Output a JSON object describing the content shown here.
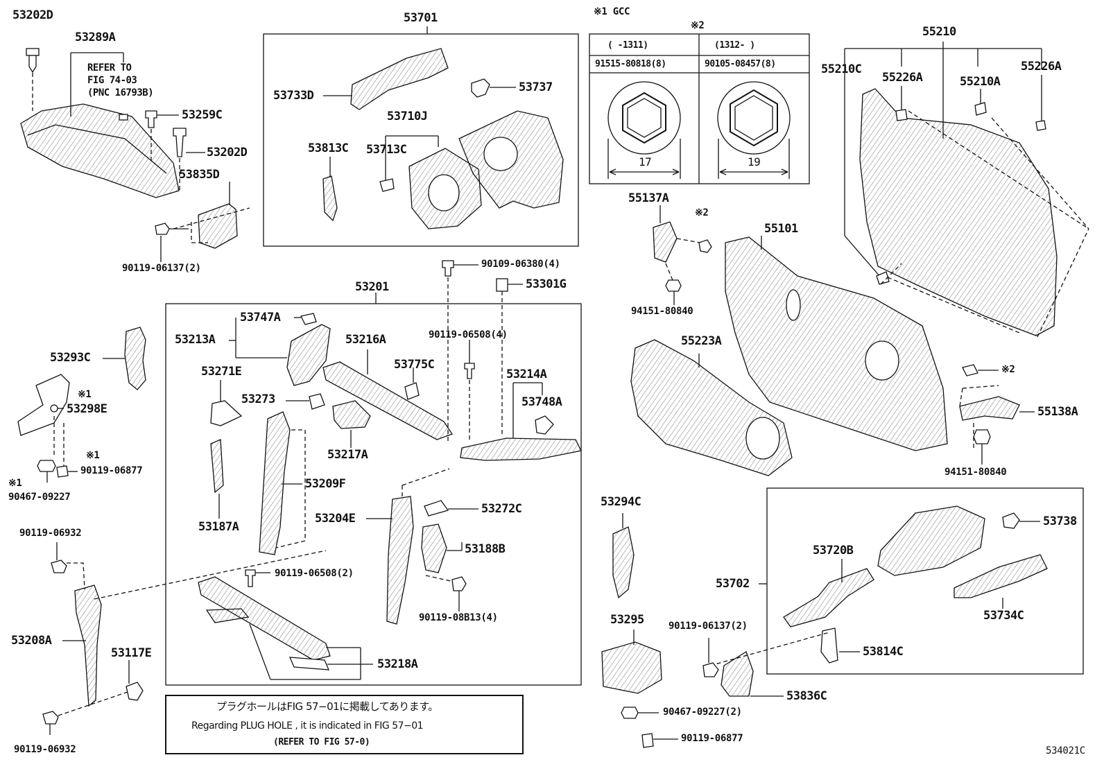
{
  "figure_id": "534021C",
  "legend": {
    "mark1": "※1 GCC",
    "mark2_header": "※2",
    "col1_range": "(    -1311)",
    "col2_range": "(1312-     )",
    "col1_part": "91515-80818(8)",
    "col2_part": "90105-08457(8)",
    "col1_size": "17",
    "col2_size": "19"
  },
  "refer_note": {
    "line1": "REFER TO",
    "line2": "FIG 74-03",
    "line3": "(PNC 16793B)"
  },
  "plug_note": {
    "jp": "プラグホールはFIG 57−01に掲載してあります。",
    "en": "Regarding  PLUG  HOLE , it is indicated in  FIG  57−01",
    "ref": "(REFER TO FIG 57-0)"
  },
  "labels": {
    "p53202D_top": "53202D",
    "p53289A": "53289A",
    "p53259C": "53259C",
    "p53202D_mid": "53202D",
    "p53835D": "53835D",
    "p90119_06137_left": "90119-06137(2)",
    "p53701": "53701",
    "p53733D": "53733D",
    "p53737": "53737",
    "p53710J": "53710J",
    "p53813C": "53813C",
    "p53713C": "53713C",
    "p90109_06380": "90109-06380(4)",
    "p53301G": "53301G",
    "p53201": "53201",
    "p53747A": "53747A",
    "p53213A": "53213A",
    "p53216A": "53216A",
    "p90119_06508_top": "90119-06508(4)",
    "p53775C": "53775C",
    "p53214A": "53214A",
    "p53271E": "53271E",
    "p53273": "53273",
    "p53748A": "53748A",
    "p53217A": "53217A",
    "p53209F": "53209F",
    "p53187A": "53187A",
    "p53204E": "53204E",
    "p53272C": "53272C",
    "p53188B": "53188B",
    "p90119_06508_bot": "90119-06508(2)",
    "p90119_08B13": "90119-08B13(4)",
    "p53218A": "53218A",
    "p53293C": "53293C",
    "mark1_a": "※1",
    "p53298E": "53298E",
    "mark1_b": "※1",
    "p90119_06877_left": "90119-06877",
    "mark1_c": "※1",
    "p90467_09227_left": "90467-09227",
    "p90119_06932_top": "90119-06932",
    "p53208A": "53208A",
    "p53117E": "53117E",
    "p90119_06932_bot": "90119-06932",
    "p55137A": "55137A",
    "mark2_a": "※2",
    "p94151_80840_top": "94151-80840",
    "p55101": "55101",
    "p55223A": "55223A",
    "p55210": "55210",
    "p55210C": "55210C",
    "p55226A_left": "55226A",
    "p55210A": "55210A",
    "p55226A_right": "55226A",
    "mark2_b": "※2",
    "p55138A": "55138A",
    "p94151_80840_bot": "94151-80840",
    "p53294C": "53294C",
    "p53295": "53295",
    "p90467_09227_bot": "90467-09227(2)",
    "p90119_06877_bot": "90119-06877",
    "p53702": "53702",
    "p53738": "53738",
    "p53720B": "53720B",
    "p53734C": "53734C",
    "p90119_06137_right": "90119-06137(2)",
    "p53814C": "53814C",
    "p53836C": "53836C"
  }
}
